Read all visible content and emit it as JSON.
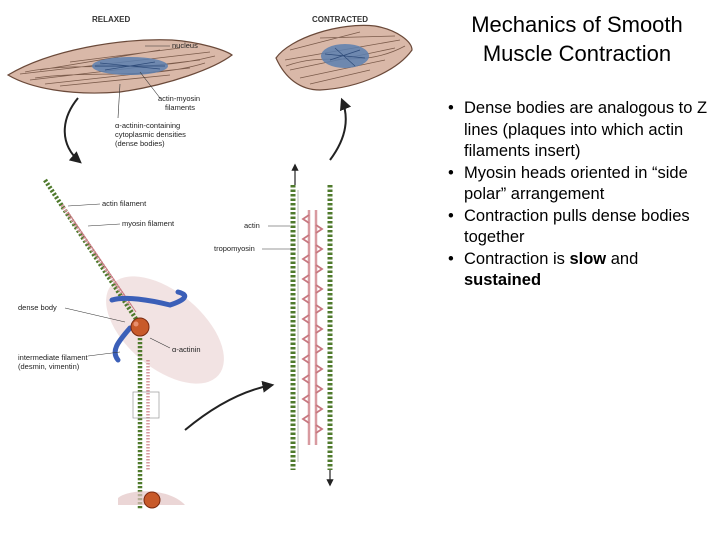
{
  "title": {
    "line1": "Mechanics of Smooth",
    "line2": "Muscle Contraction"
  },
  "bullets": [
    {
      "segments": [
        {
          "text": "Dense bodies are analogous to Z lines (plaques into which actin filaments insert)",
          "bold": false
        }
      ]
    },
    {
      "segments": [
        {
          "text": "Myosin heads oriented in “side polar” arrangement",
          "bold": false
        }
      ]
    },
    {
      "segments": [
        {
          "text": "Contraction pulls dense bodies together",
          "bold": false
        }
      ]
    },
    {
      "segments": [
        {
          "text": "Contraction is ",
          "bold": false
        },
        {
          "text": "slow",
          "bold": true
        },
        {
          "text": " and ",
          "bold": false
        },
        {
          "text": "sustained",
          "bold": true
        }
      ]
    }
  ],
  "bullet_glyph": "•",
  "diagram": {
    "relaxed_caption": "RELAXED",
    "contracted_caption": "CONTRACTED",
    "labels": {
      "nucleus": "nucleus",
      "actin_myosin_1": "actin-myosin",
      "actin_myosin_2": "filaments",
      "alpha_actinin_1": "α-actinin-containing",
      "alpha_actinin_2": "cytoplasmic densities",
      "alpha_actinin_3": "(dense bodies)",
      "actin_filament": "actin filament",
      "myosin_filament": "myosin filament",
      "dense_body": "dense body",
      "alpha_actinin": "α-actinin",
      "intermediate_1": "intermediate filament",
      "intermediate_2": "(desmin, vimentin)",
      "actin": "actin",
      "tropomyosin": "tropomyosin"
    },
    "colors": {
      "cell_fill": "#d9b8a8",
      "cell_stroke": "#6b4a3a",
      "nucleus": "#5b7fb0",
      "actin": "#4f7a2c",
      "myosin": "#d89aa0",
      "dense_body": "#c85a2a",
      "intermediate": "#3b5fb8",
      "arrow": "#222222"
    }
  }
}
